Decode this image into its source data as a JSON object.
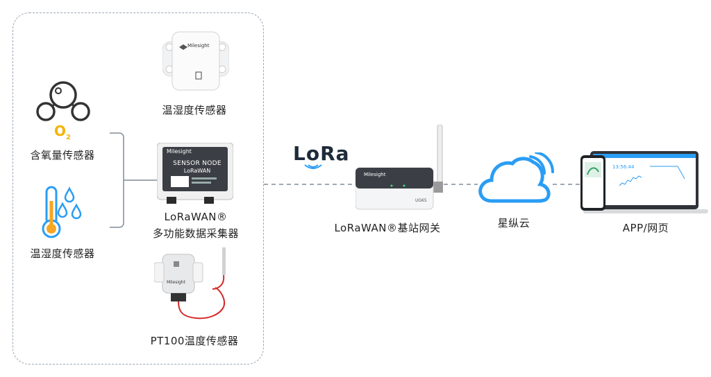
{
  "sensors": {
    "oxygen": {
      "label": "含氧量传感器",
      "chem": "O",
      "chem_sub": "2"
    },
    "temp_humidity_left": {
      "label": "温湿度传感器"
    },
    "temp_humidity_device": {
      "label": "温湿度传感器",
      "brand": "Milesight"
    },
    "collector": {
      "label_line1": "LoRaWAN®",
      "label_line2": "多功能数据采集器",
      "brand": "Milesight",
      "panel_title": "SENSOR NODE",
      "panel_sub": "LoRaWAN"
    },
    "pt100": {
      "label": "PT100温度传感器",
      "brand": "Milesight"
    }
  },
  "lora_logo": "LoRa",
  "gateway": {
    "label": "LoRaWAN®基站网关",
    "brand": "Milesight",
    "model": "UG65"
  },
  "cloud": {
    "label": "星纵云"
  },
  "app": {
    "label": "APP/网页",
    "stat_value": "13:56:44"
  },
  "colors": {
    "accent_blue": "#2a9df4",
    "oxygen_yellow": "#f5b400",
    "connector_gray": "#7f8c99",
    "cable_red": "#d62828"
  }
}
